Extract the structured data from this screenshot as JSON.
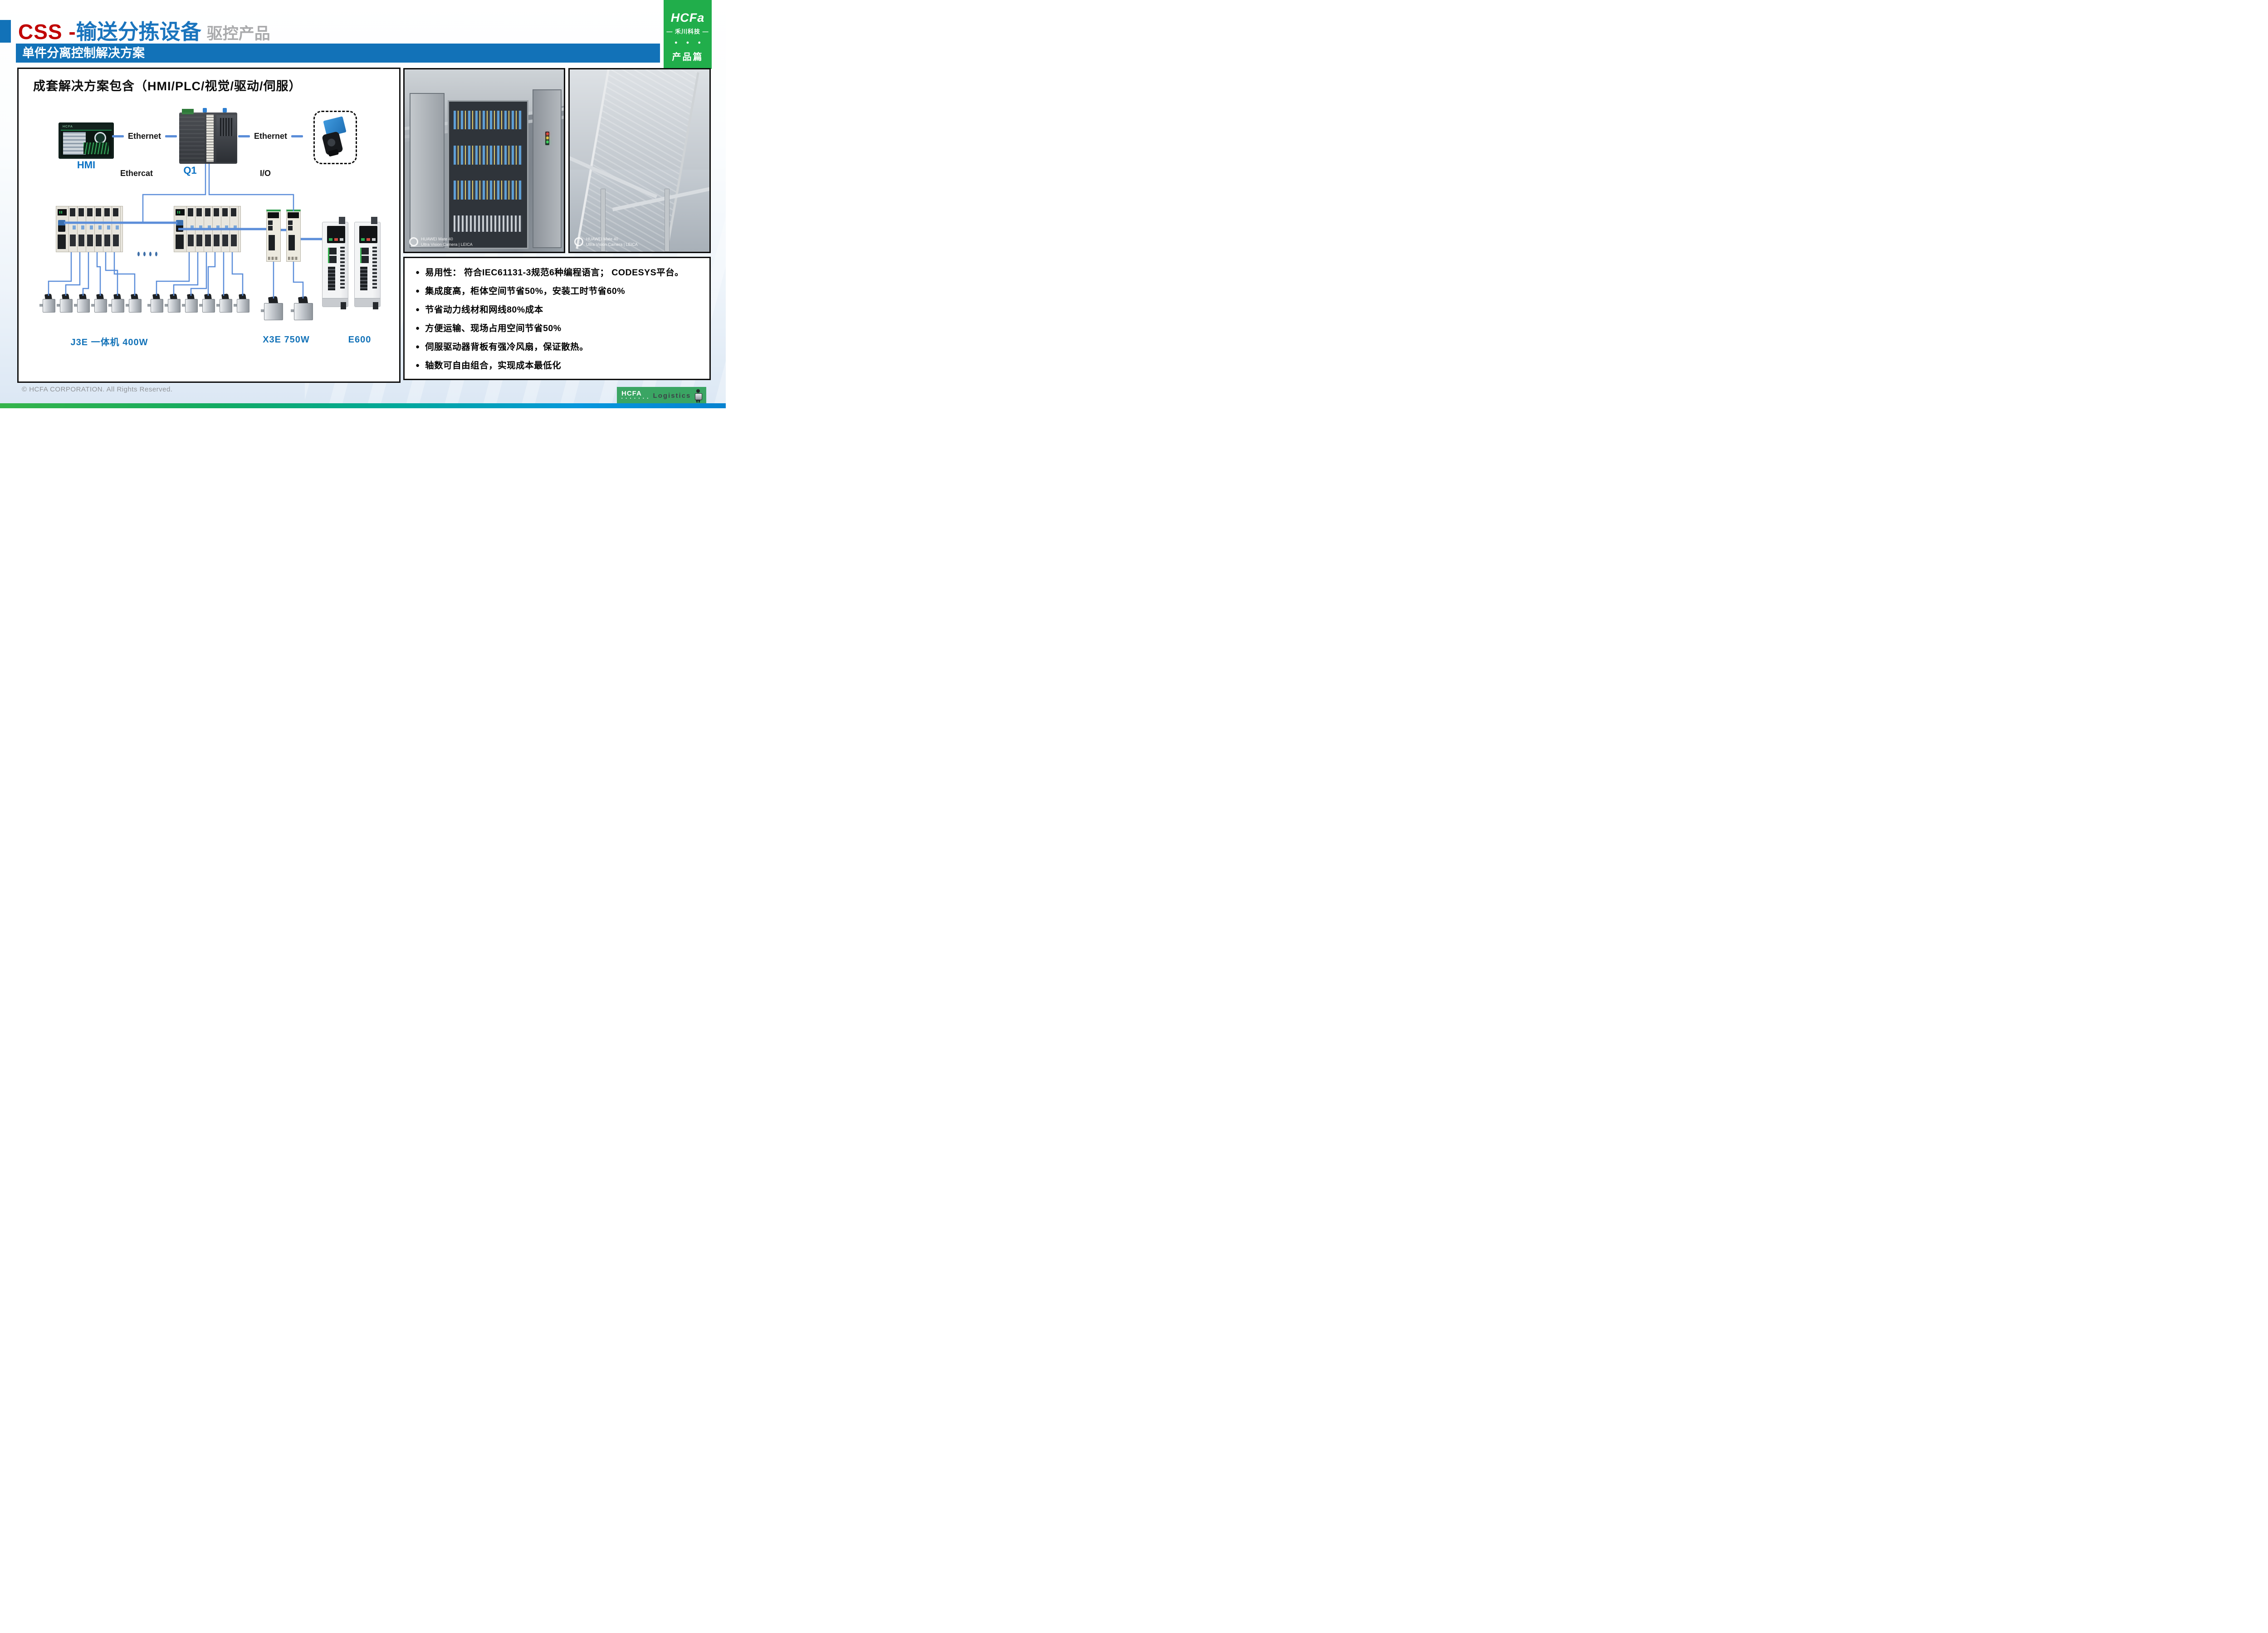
{
  "header": {
    "title_red": "CSS -",
    "title_blue": "输送分拣设备",
    "title_gray": "驱控产品",
    "banner": "单件分离控制解决方案"
  },
  "brand": {
    "logo": "HCFa",
    "company": "— 禾川科技 —",
    "dots": "● ● ●",
    "section": "产品篇"
  },
  "diagram": {
    "heading": "成套解决方案包含（HMI/PLC/视觉/驱动/伺服）",
    "hmi_label": "HMI",
    "q1_label": "Q1",
    "ethernet_left": "Ethernet",
    "ethernet_right": "Ethernet",
    "ethercat_label": "Ethercat",
    "io_label": "I/O",
    "j3e_label": "J3E 一体机 400W",
    "x3e_label": "X3E 750W",
    "e600_label": "E600",
    "hmi_screen_brand": "HCFA"
  },
  "photos": {
    "watermark_line1": "HUAWEI Mate 40",
    "watermark_line2": "Ultra Vision Camera | LEICA"
  },
  "features": {
    "bullet": "●",
    "items": [
      "易用性： 符合IEC61131-3规范6种编程语言； CODESYS平台。",
      "集成度高，柜体空间节省50%，安装工时节省60%",
      "节省动力线材和网线80%成本",
      "方便运输、现场占用空间节省50%",
      "伺服驱动器背板有强冷风扇，保证散热。",
      "轴数可自由组合，实现成本最低化"
    ]
  },
  "footer": {
    "copyright": "© HCFA CORPORATION. All Rights Reserved.",
    "logistics_brand": "HCFA",
    "logistics_dots": "▪ ▪ ▪ ▪ ▪ ▪ ▪",
    "logistics_word": "Logistics"
  },
  "colors": {
    "banner_blue": "#1272b8",
    "title_red": "#c00000",
    "title_blue": "#1a74bd",
    "title_gray": "#a9aaac",
    "brand_green": "#21ae4b",
    "wire_blue": "#5b8dd9",
    "badge_green": "#3aa563",
    "strip_gradient": [
      "#35b44a",
      "#00a89b",
      "#0682d0"
    ]
  }
}
